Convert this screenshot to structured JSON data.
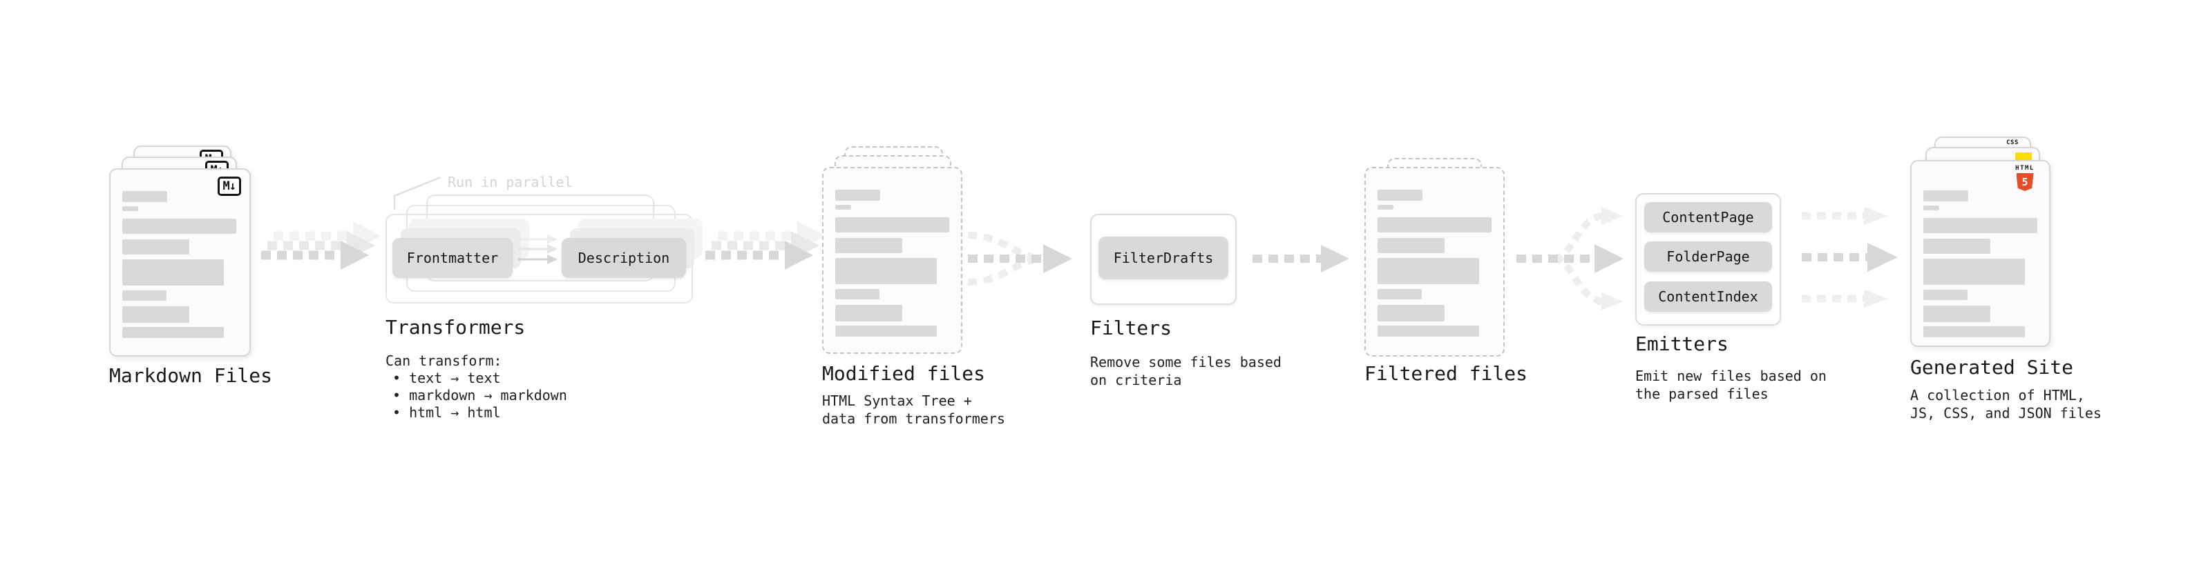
{
  "markdown": {
    "label": "Markdown Files",
    "badge": "M↓"
  },
  "transformers": {
    "annotation": "Run in parallel",
    "left_box": "Frontmatter",
    "right_box": "Description",
    "label": "Transformers",
    "caption_title": "Can transform:",
    "bullets": [
      "• text → text",
      "• markdown → markdown",
      "• html → html"
    ]
  },
  "modified": {
    "label": "Modified files",
    "caption_lines": [
      "HTML Syntax Tree +",
      "data from transformers"
    ]
  },
  "filters": {
    "box": "FilterDrafts",
    "label": "Filters",
    "caption_lines": [
      "Remove some files based",
      "on criteria"
    ]
  },
  "filtered": {
    "label": "Filtered files"
  },
  "emitters": {
    "boxes": [
      "ContentPage",
      "FolderPage",
      "ContentIndex"
    ],
    "label": "Emitters",
    "caption_lines": [
      "Emit new files based on",
      "the parsed files"
    ]
  },
  "generated": {
    "label": "Generated Site",
    "badge_css": "CSS",
    "badge_html_word": "HTML",
    "badge_html_number": "5",
    "caption_lines": [
      "A collection of HTML,",
      "JS, CSS, and JSON files"
    ]
  },
  "colors": {
    "html5_orange": "#e44d26",
    "css_blue": "#2962f0",
    "js_yellow": "#ffdd00",
    "box_gray": "#d9d9d9",
    "arrow_gray": "#d7d7d7",
    "annotation_gray": "#d4d4d4"
  }
}
